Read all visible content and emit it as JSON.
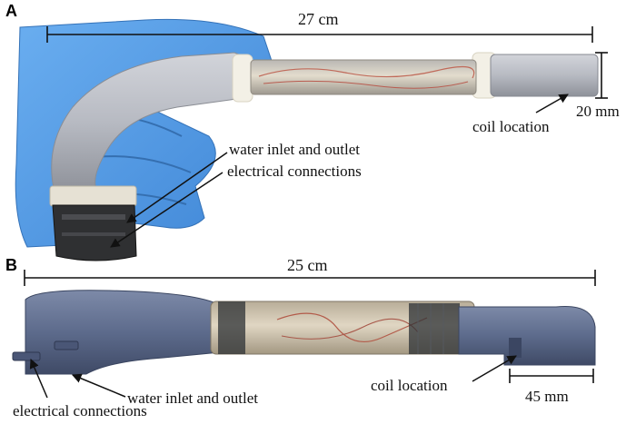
{
  "panel_a": {
    "letter": "A",
    "length_label": "27 cm",
    "diameter_label": "20 mm",
    "coil_label": "coil location",
    "water_label": "water inlet and outlet",
    "electrical_label": "electrical connections"
  },
  "panel_b": {
    "letter": "B",
    "length_label": "25 cm",
    "width_label": "45 mm",
    "coil_label": "coil location",
    "water_label": "water inlet and outlet",
    "electrical_label": "electrical connections"
  },
  "colors": {
    "glove": "#5a9fe0",
    "grey_probe": "#b9bcc3",
    "blue_probe": "#5c6b8e",
    "tube": "#cfc6b4"
  }
}
